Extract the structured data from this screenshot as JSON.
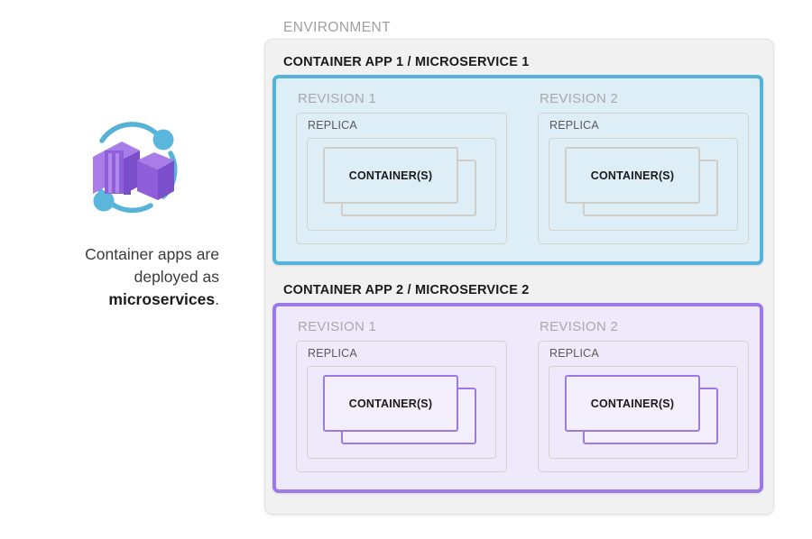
{
  "left": {
    "icon_name": "azure-container-apps-icon",
    "caption_line1": "Container apps are",
    "caption_line2": "deployed as",
    "caption_bold": "microservices",
    "caption_period": "."
  },
  "environment": {
    "label": "ENVIRONMENT",
    "apps": [
      {
        "label": "CONTAINER APP 1 / MICROSERVICE 1",
        "accent_color": "#55b2d8",
        "fill_color": "#ddeef7",
        "revisions": [
          {
            "title": "REVISION 1",
            "replica_title": "REPLICA",
            "container_label": "CONTAINER(S)"
          },
          {
            "title": "REVISION 2",
            "replica_title": "REPLICA",
            "container_label": "CONTAINER(S)"
          }
        ]
      },
      {
        "label": "CONTAINER APP 2 / MICROSERVICE 2",
        "accent_color": "#9b7ae8",
        "fill_color": "#efeafb",
        "revisions": [
          {
            "title": "REVISION 1",
            "replica_title": "REPLICA",
            "container_label": "CONTAINER(S)"
          },
          {
            "title": "REVISION 2",
            "replica_title": "REPLICA",
            "container_label": "CONTAINER(S)"
          }
        ]
      }
    ]
  },
  "colors": {
    "background": "#ffffff",
    "environment_fill": "#f1f1f1",
    "environment_border": "#e2e2e2",
    "blue_accent": "#55b2d8",
    "blue_fill": "#ddeef7",
    "purple_accent": "#9b7ae8",
    "purple_fill": "#efeafb",
    "grey_border": "#d4d2cd",
    "label_grey": "#a0a0a0",
    "replica_grey": "#595959",
    "icon_purple": "#9b6fe0",
    "icon_cyan": "#55b2d8"
  }
}
